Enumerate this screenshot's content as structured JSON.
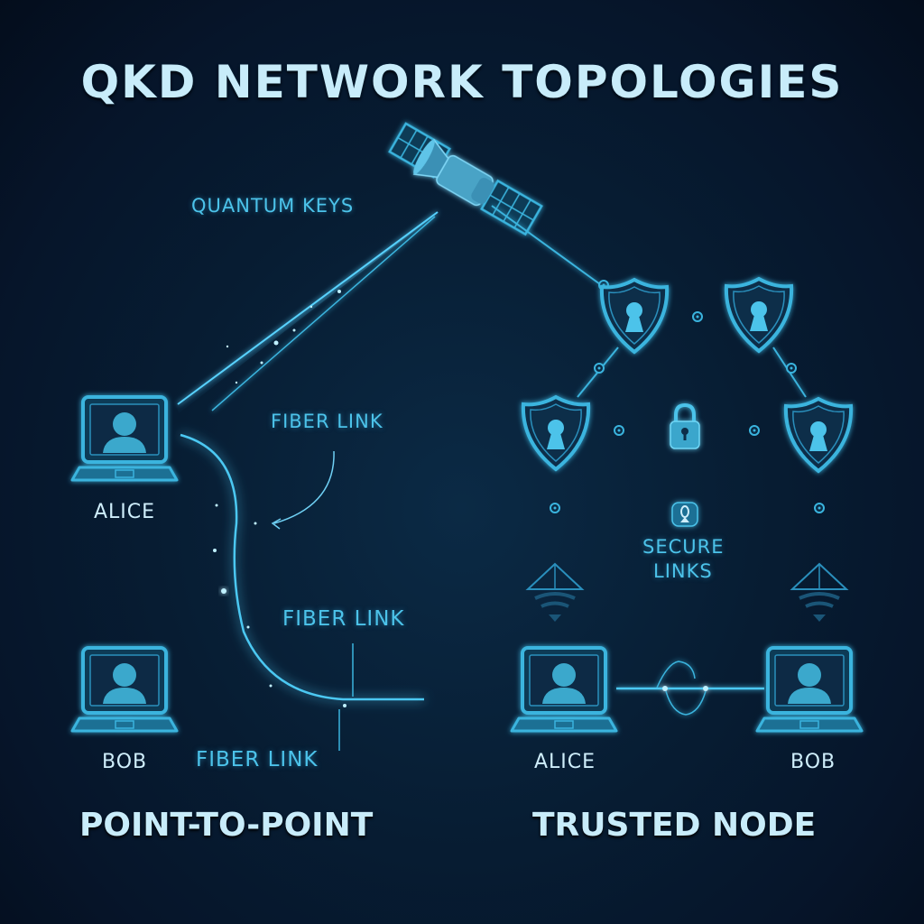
{
  "title": "QKD NETWORK TOPOLOGIES",
  "left_panel": {
    "heading": "POINT-TO-POINT",
    "satellite_label": "QUANTUM KEYS",
    "fiber_labels": [
      "FIBER LINK",
      "FIBER LINK",
      "FIBER LINK"
    ],
    "nodes": [
      {
        "name": "ALICE",
        "icon": "laptop-user-icon"
      },
      {
        "name": "BOB",
        "icon": "laptop-user-icon"
      }
    ]
  },
  "right_panel": {
    "heading": "TRUSTED NODE",
    "center_label_line1": "SECURE",
    "center_label_line2": "LINKS",
    "trusted_nodes": [
      {
        "icon": "shield-keyhole-icon"
      },
      {
        "icon": "shield-keyhole-icon"
      },
      {
        "icon": "shield-keyhole-icon"
      },
      {
        "icon": "shield-keyhole-icon"
      }
    ],
    "hub_icon": "padlock-icon",
    "endpoints": [
      {
        "name": "ALICE",
        "icon": "laptop-user-icon"
      },
      {
        "name": "BOB",
        "icon": "laptop-user-icon"
      }
    ]
  },
  "colors": {
    "accent": "#3fc0ec",
    "title": "#c8ecfa",
    "background": "#06152a",
    "icon_fill": "#3aa8cc"
  }
}
